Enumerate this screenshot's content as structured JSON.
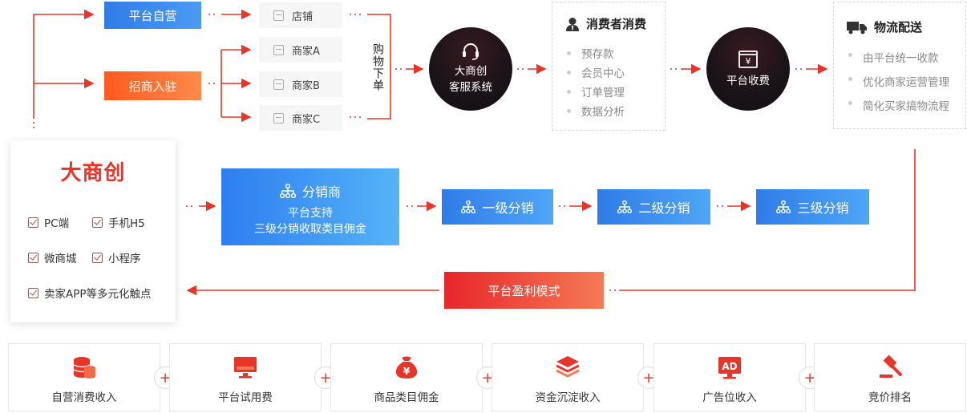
{
  "top": {
    "platform_self": "平台自营",
    "merchant_join": "招商入驻",
    "stores": [
      "店铺",
      "商家A",
      "商家B",
      "商家C"
    ],
    "order_text": "购物下单",
    "service_line1": "大商创",
    "service_line2": "客服系统",
    "consumer": {
      "title": "消费者消费",
      "items": [
        "预存款",
        "会员中心",
        "订单管理",
        "数据分析"
      ]
    },
    "fee": "平台收费",
    "logistics": {
      "title": "物流配送",
      "items": [
        "由平台统一收款",
        "优化商家运营管理",
        "简化买家搞物流程"
      ]
    }
  },
  "brand": {
    "title": "大商创",
    "channels": [
      "PC端",
      "手机H5",
      "微商城",
      "小程序",
      "卖家APP等多元化触点"
    ]
  },
  "distributor": {
    "title": "分销商",
    "line1": "平台支持",
    "line2": "三级分销收取类目佣金"
  },
  "levels": [
    "一级分销",
    "二级分销",
    "三级分销"
  ],
  "profit": "平台盈利模式",
  "revenue": {
    "items": [
      "自营消费收入",
      "平台试用费",
      "商品类目佣金",
      "资金沉淀收入",
      "广告位收入",
      "竞价排名"
    ],
    "plus": "+",
    "ad_badge": "AD",
    "yen": "¥"
  },
  "colors": {
    "accent_red": "#e8352a",
    "blue": "#2f7ce8",
    "orange": "#ff6a2a",
    "dark_circle": "#1a1418"
  }
}
